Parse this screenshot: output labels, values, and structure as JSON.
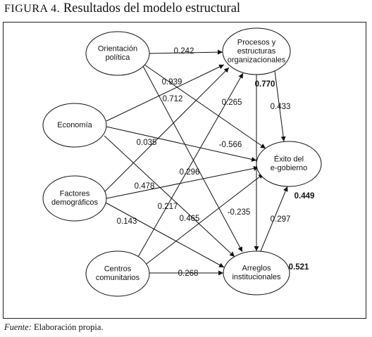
{
  "figure": {
    "prefix": "FIGURA 4.",
    "title": "Resultados del modelo estructural"
  },
  "note": {
    "label": "Fuente:",
    "text": "Elaboración propia."
  },
  "nodes": {
    "orientacion": {
      "lines": [
        "Orientación",
        "política"
      ]
    },
    "economia": {
      "lines": [
        "Economía"
      ]
    },
    "factores": {
      "lines": [
        "Factores",
        "demográficos"
      ]
    },
    "centros": {
      "lines": [
        "Centros",
        "comunitarios"
      ]
    },
    "procesos": {
      "lines": [
        "Procesos y",
        "estructuras",
        "organizacionales"
      ]
    },
    "exito": {
      "lines": [
        "Éxito del",
        "e-gobierno"
      ]
    },
    "arreglos": {
      "lines": [
        "Arreglos",
        "institucionales"
      ]
    }
  },
  "paths": [
    {
      "from": "orientacion",
      "to": "procesos",
      "coef": "0.242"
    },
    {
      "from": "orientacion",
      "to": "exito",
      "coef": "0.265"
    },
    {
      "from": "orientacion",
      "to": "arreglos",
      "coef": "0.712"
    },
    {
      "from": "economia",
      "to": "procesos",
      "coef": "0.939"
    },
    {
      "from": "economia",
      "to": "exito",
      "coef": "-0.566"
    },
    {
      "from": "economia",
      "to": "arreglos",
      "coef": "0.296"
    },
    {
      "from": "factores",
      "to": "procesos",
      "coef": "0.035"
    },
    {
      "from": "factores",
      "to": "exito",
      "coef": "0.478"
    },
    {
      "from": "factores",
      "to": "arreglos",
      "coef": "0.143"
    },
    {
      "from": "centros",
      "to": "procesos",
      "coef": "0.217"
    },
    {
      "from": "centros",
      "to": "exito",
      "coef": "0.465"
    },
    {
      "from": "centros",
      "to": "arreglos",
      "coef": "0.268"
    },
    {
      "from": "procesos",
      "to": "exito",
      "coef": "0.433"
    },
    {
      "from": "procesos",
      "to": "arreglos",
      "coef": "-0.235"
    },
    {
      "from": "arreglos",
      "to": "exito",
      "coef": "0.297"
    }
  ],
  "r_squared": {
    "procesos": "0.770",
    "exito": "0.449",
    "arreglos": "0.521"
  }
}
